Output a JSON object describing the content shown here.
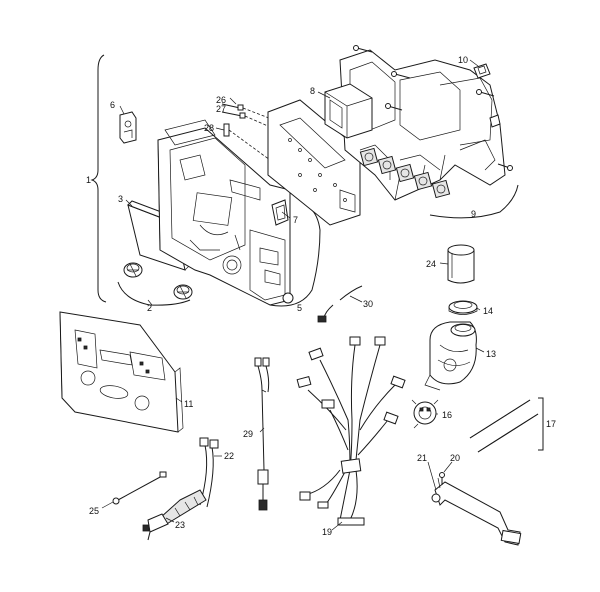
{
  "callouts": [
    {
      "id": "1",
      "text": "1"
    },
    {
      "id": "2",
      "text": "2"
    },
    {
      "id": "3",
      "text": "3"
    },
    {
      "id": "5",
      "text": "5"
    },
    {
      "id": "6",
      "text": "6"
    },
    {
      "id": "7",
      "text": "7"
    },
    {
      "id": "8",
      "text": "8"
    },
    {
      "id": "9",
      "text": "9"
    },
    {
      "id": "10",
      "text": "10"
    },
    {
      "id": "11",
      "text": "11"
    },
    {
      "id": "13",
      "text": "13"
    },
    {
      "id": "14",
      "text": "14"
    },
    {
      "id": "16",
      "text": "16"
    },
    {
      "id": "17",
      "text": "17"
    },
    {
      "id": "19",
      "text": "19"
    },
    {
      "id": "20",
      "text": "20"
    },
    {
      "id": "21",
      "text": "21"
    },
    {
      "id": "22",
      "text": "22"
    },
    {
      "id": "23",
      "text": "23"
    },
    {
      "id": "24",
      "text": "24"
    },
    {
      "id": "25",
      "text": "25"
    },
    {
      "id": "26",
      "text": "26"
    },
    {
      "id": "27",
      "text": "27"
    },
    {
      "id": "28",
      "text": "28"
    },
    {
      "id": "29",
      "text": "29"
    },
    {
      "id": "30",
      "text": "30"
    }
  ]
}
